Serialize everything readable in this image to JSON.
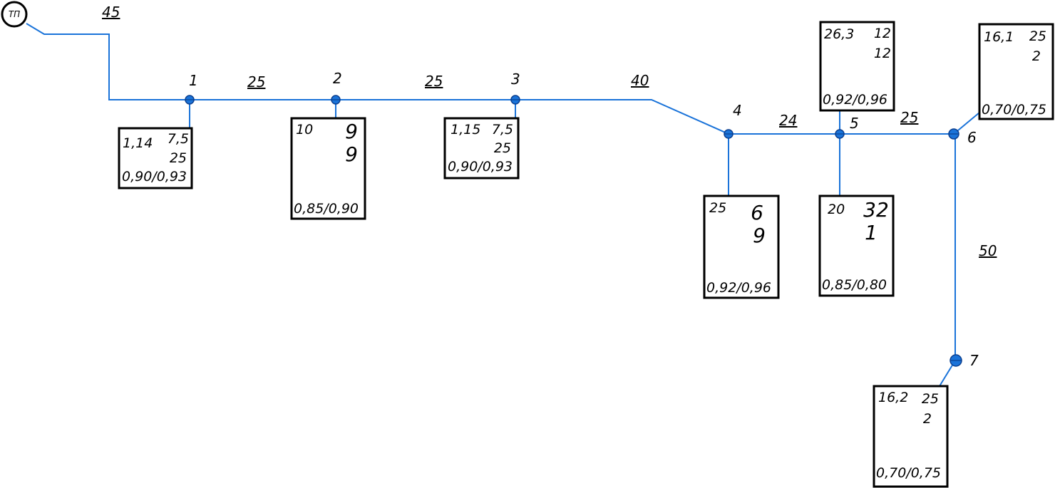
{
  "source_label": "ТП",
  "segments": {
    "tp_1": "45",
    "s1_2": "25",
    "s2_3": "25",
    "s3_4": "40",
    "s4_5": "24",
    "s5_6": "25",
    "s6_7": "50"
  },
  "nodes": {
    "n1": "1",
    "n2": "2",
    "n3": "3",
    "n4": "4",
    "n5": "5",
    "n6": "6",
    "n7": "7"
  },
  "loads": {
    "l1": {
      "tl": "1,14",
      "tr": "7,5",
      "mr": "25",
      "pf": "0,90/0,93"
    },
    "l2": {
      "tl": "10",
      "tr": "9",
      "mr": "9",
      "pf": "0,85/0,90"
    },
    "l3": {
      "tl": "1,15",
      "tr": "7,5",
      "mr": "25",
      "pf": "0,90/0,93"
    },
    "l4": {
      "tl": "25",
      "tr": "6",
      "mr": "9",
      "pf": "0,92/0,96"
    },
    "l5a": {
      "tl": "26,3",
      "tr": "12",
      "mr": "12",
      "pf": "0,92/0,96"
    },
    "l5b": {
      "tl": "20",
      "tr": "32",
      "mr": "1",
      "pf": "0,85/0,80"
    },
    "l6": {
      "tl": "16,1",
      "tr": "25",
      "mr": "2",
      "pf": "0,70/0,75"
    },
    "l7": {
      "tl": "16,2",
      "tr": "25",
      "mr": "2",
      "pf": "0,70/0,75"
    }
  },
  "colors": {
    "wire": "#1a73d9",
    "box_border": "#000000"
  }
}
